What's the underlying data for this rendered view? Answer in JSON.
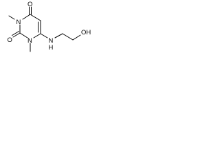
{
  "molecule": {
    "atoms": {
      "o_top": "O",
      "o_left": "O",
      "n3": "N",
      "n1": "N",
      "nh": "N",
      "h": "H",
      "oh": "OH"
    }
  }
}
